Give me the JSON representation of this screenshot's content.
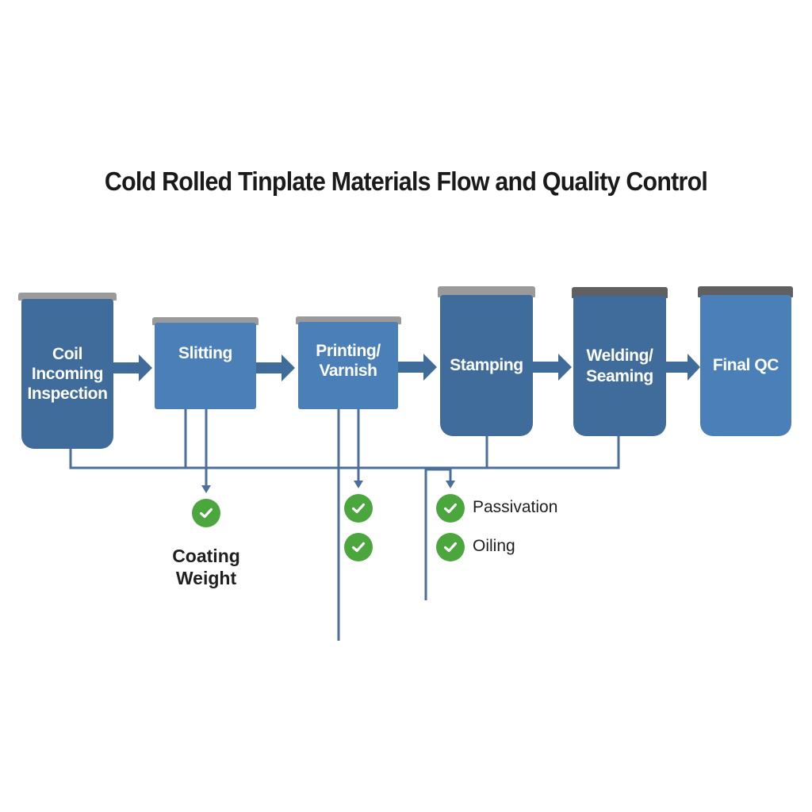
{
  "title": "Cold Rolled Tinplate Materials Flow and Quality Control",
  "colors": {
    "box_dark": "#3f6c9b",
    "box_light": "#4a80b7",
    "cap_light": "#9a9a9a",
    "cap_dark": "#5f6062",
    "line": "#4a6f9c",
    "check": "#4ba63e"
  },
  "steps": [
    {
      "label": "Coil\nIncoming\nInspection"
    },
    {
      "label": "Slitting"
    },
    {
      "label": "Printing/\nVarnish"
    },
    {
      "label": "Stamping"
    },
    {
      "label": "Welding/\nSeaming"
    },
    {
      "label": "Final QC"
    }
  ],
  "checks": [
    {
      "label": "Coating\nWeight",
      "icon": "check-circle-icon"
    },
    {
      "label": "",
      "icon": "check-circle-icon"
    },
    {
      "label": "",
      "icon": "check-circle-icon"
    },
    {
      "label": "Passivation",
      "icon": "check-circle-icon"
    },
    {
      "label": "Oiling",
      "icon": "check-circle-icon"
    }
  ]
}
